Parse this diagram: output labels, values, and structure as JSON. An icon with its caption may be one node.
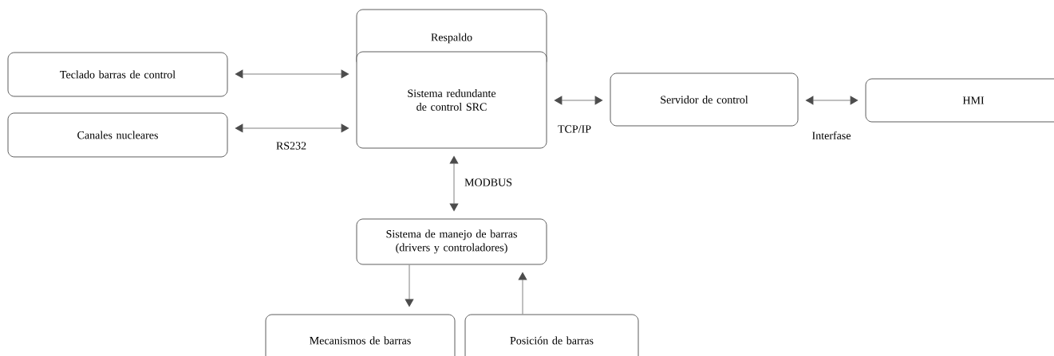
{
  "diagram": {
    "nodes": [
      {
        "text": [
          "Teclado barras de control"
        ]
      },
      {
        "text": [
          "Canales nucleares"
        ]
      },
      {
        "text": [
          "Respaldo"
        ]
      },
      {
        "text": [
          "Sistema redundante de control SRC"
        ]
      },
      {
        "text": [
          "Servidor de control"
        ]
      },
      {
        "text": [
          "HMI"
        ]
      },
      {
        "text": [
          "Sistema de manejo de barras (drivers y controladores)"
        ]
      },
      {
        "text": [
          "Mecanismos de barras"
        ]
      },
      {
        "text": [
          "Posición de barras"
        ]
      }
    ],
    "edges": [
      {
        "from": 0,
        "to": 3,
        "arrow": "both"
      },
      {
        "from": 1,
        "to": 3,
        "arrow": "both",
        "label": "RS232"
      },
      {
        "from": 3,
        "to": 4,
        "arrow": "both",
        "label": "TCP/IP"
      },
      {
        "from": 4,
        "to": 5,
        "arrow": "both",
        "label": "Interfase"
      },
      {
        "from": 3,
        "to": 6,
        "arrow": "both",
        "label": "MODBUS"
      },
      {
        "from": 6,
        "to": 7,
        "arrow": "to"
      },
      {
        "from": 8,
        "to": 6,
        "arrow": "to"
      }
    ]
  }
}
